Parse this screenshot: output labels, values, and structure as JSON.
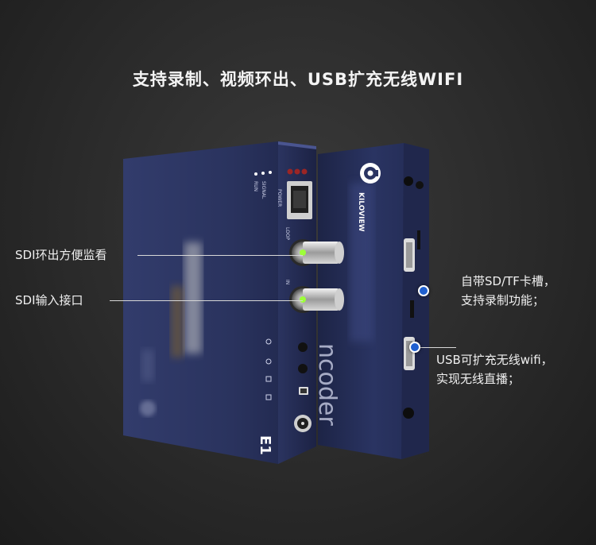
{
  "headline": "支持录制、视频环出、USB扩充无线WIFI",
  "callouts": {
    "sdi_loop": "SDI环出方便监看",
    "sdi_in": "SDI输入接口",
    "sd_slot_line1": "自带SD/TF卡槽，",
    "sd_slot_line2": "支持录制功能；",
    "usb_line1": "USB可扩充无线wifi，",
    "usb_line2": "实现无线直播；"
  },
  "device": {
    "brand": "KILOVIEW",
    "model_mark": "E1",
    "indicator_labels": [
      "POWER",
      "SIGNAL",
      "RUN"
    ],
    "port_labels": [
      "LOOP",
      "IN"
    ],
    "side_text": "ncoder"
  },
  "colors": {
    "body": "#2c3560",
    "accent_dot": "#1f5fd0",
    "led_green": "#9dff3a"
  }
}
